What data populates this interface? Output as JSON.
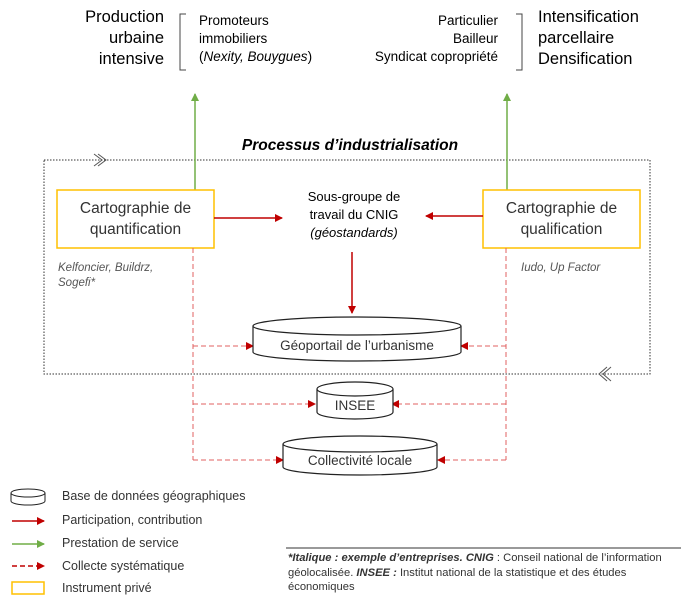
{
  "top_left": {
    "title_lines": [
      "Production",
      "urbaine",
      "intensive"
    ],
    "actors_lines": [
      "Promoteurs",
      "immobiliers"
    ],
    "actors_examples": "Nexity, Bouygues"
  },
  "top_right": {
    "actors_lines": [
      "Particulier",
      "Bailleur",
      "Syndicat copropriété"
    ],
    "title_lines": [
      "Intensification",
      "parcellaire",
      "Densification"
    ]
  },
  "process_title": "Processus d’industrialisation",
  "boxes": {
    "quantification": [
      "Cartographie de",
      "quantification"
    ],
    "qualification": [
      "Cartographie de",
      "qualification"
    ],
    "cnig": [
      "Sous-groupe de",
      "travail du CNIG",
      "(géostandards)"
    ]
  },
  "examples": {
    "quantification_lines": [
      "Kelfoncier, Buildrz,",
      "Sogefi*"
    ],
    "qualification": "Iudo, Up Factor"
  },
  "databases": {
    "geoportail": "Géoportail de l’urbanisme",
    "insee": "INSEE",
    "collectivite": "Collectivité locale"
  },
  "legend": [
    {
      "icon": "database-icon",
      "label": "Base de données géographiques"
    },
    {
      "icon": "solid-red-arrow-icon",
      "label": "Participation, contribution",
      "color": "#c00000"
    },
    {
      "icon": "solid-green-arrow-icon",
      "label": "Prestation de service",
      "color": "#70ad47"
    },
    {
      "icon": "dashed-red-arrow-icon",
      "label": "Collecte systématique",
      "color": "#c00000"
    },
    {
      "icon": "yellow-box-icon",
      "label": "Instrument privé",
      "color": "#ffc000"
    }
  ],
  "footnote": {
    "p1_bold": "*Italique : exemple d’entreprises. CNIG",
    "p1": " : Conseil national de l’information géolocalisée. ",
    "p2_bold": "INSEE :",
    "p2": " Institut national de la statistique et des études économiques"
  },
  "colors": {
    "red": "#c00000",
    "green": "#70ad47",
    "yellow": "#ffc000",
    "dashed_red": "#e06060"
  }
}
